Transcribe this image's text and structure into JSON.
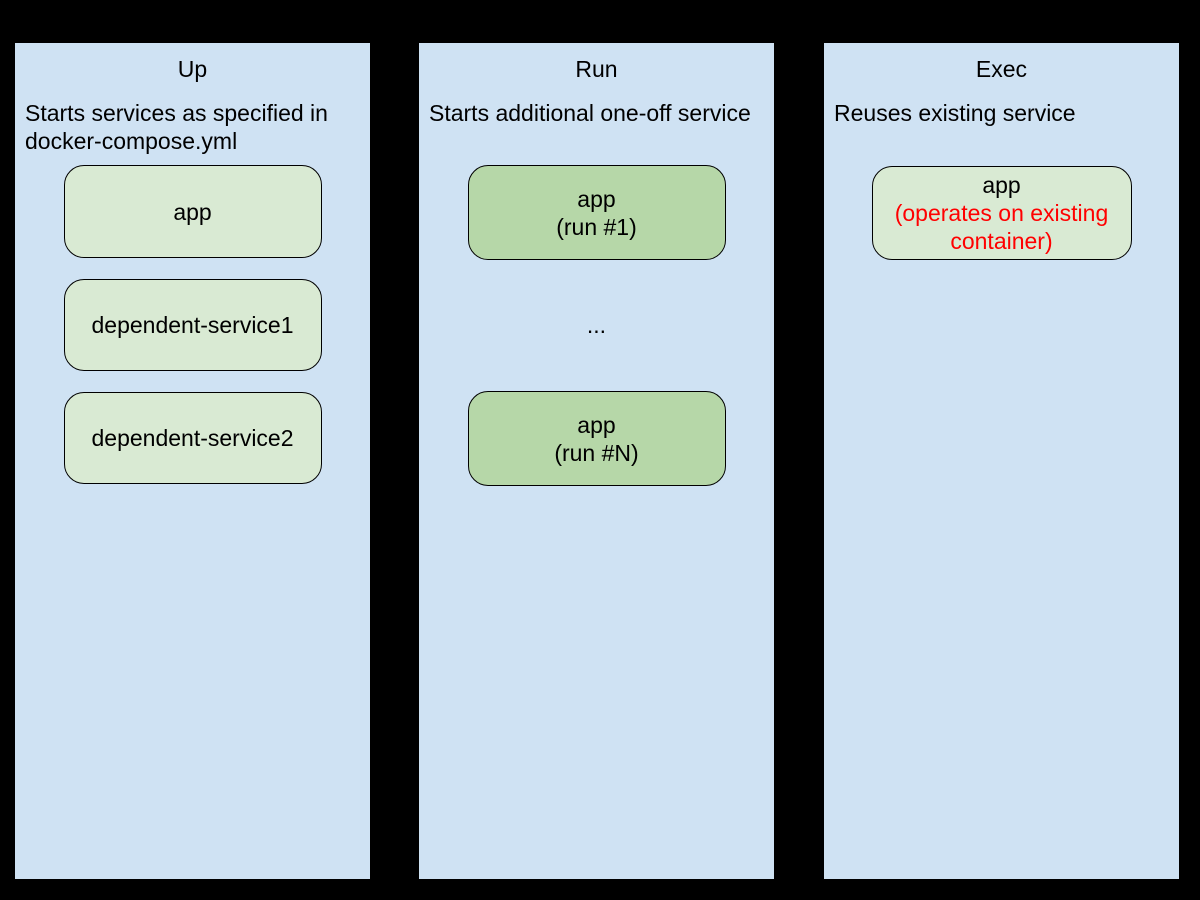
{
  "background": "#000000",
  "colors": {
    "panel_fill": "#cfe2f3",
    "panel_border": "#000000",
    "box_light_green": "#d9ead3",
    "box_medium_green": "#b6d7a8",
    "box_border": "#000000",
    "text_black": "#000000",
    "text_red": "#ff0000"
  },
  "columns": [
    {
      "title": "Up",
      "description": "Starts services as specified in\ndocker-compose.yml",
      "boxes": [
        {
          "label": "app"
        },
        {
          "label": "dependent-service1"
        },
        {
          "label": "dependent-service2"
        }
      ]
    },
    {
      "title": "Run",
      "description": "Starts additional one-off service",
      "ellipsis": "...",
      "boxes": [
        {
          "label": "app\n(run #1)"
        },
        {
          "label": "app\n(run #N)"
        }
      ]
    },
    {
      "title": "Exec",
      "description": "Reuses existing service",
      "boxes": [
        {
          "label": "app",
          "sublabel": "(operates on existing\ncontainer)"
        }
      ]
    }
  ]
}
